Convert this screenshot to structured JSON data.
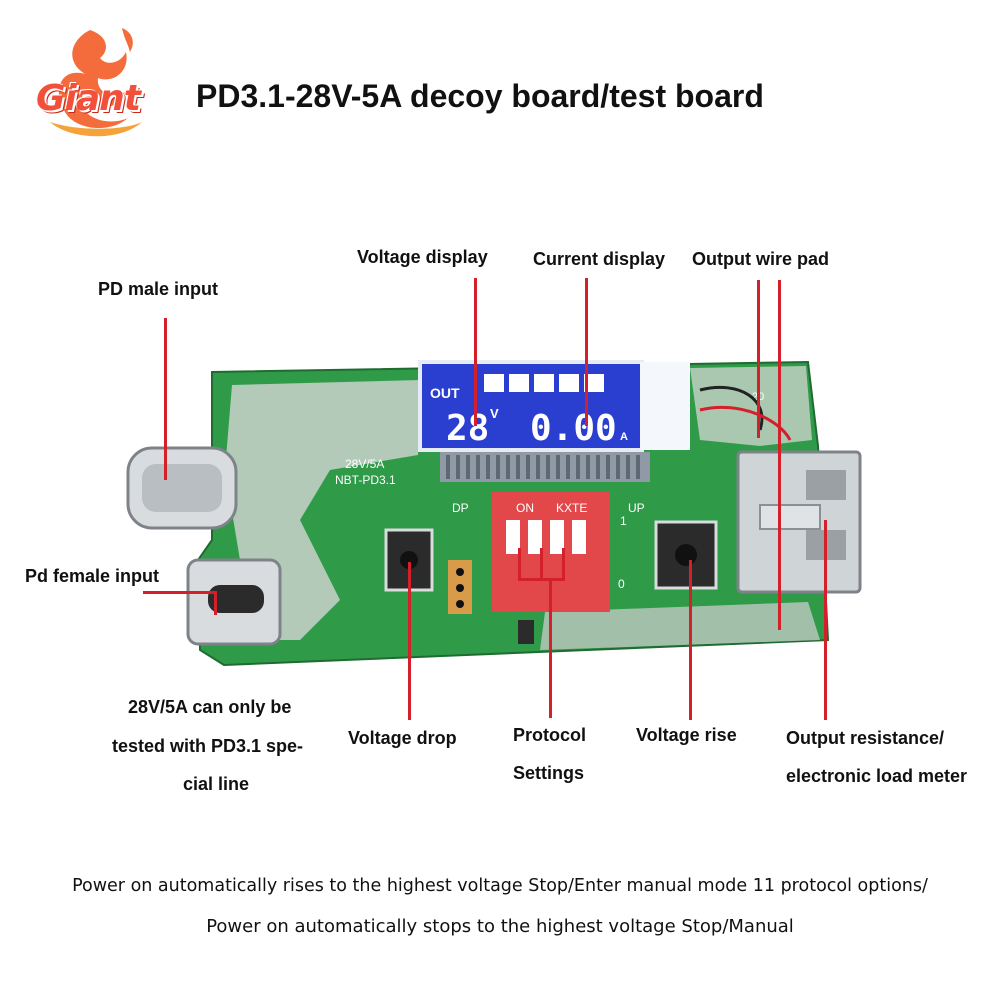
{
  "brand": {
    "logo_text": "Giant"
  },
  "title": "PD3.1-28V-5A decoy board/test board",
  "labels": {
    "voltage_display": "Voltage display",
    "current_display": "Current display",
    "output_wire_pad": "Output wire pad",
    "pd_male_input": "PD male input",
    "pd_female_input": "Pd female input",
    "note_line1": "28V/5A can only be",
    "note_line2": "tested with PD3.1 spe-",
    "note_line3": "cial line",
    "voltage_drop": "Voltage drop",
    "protocol_line1": "Protocol",
    "protocol_line2": "Settings",
    "voltage_rise": "Voltage rise",
    "output_resistance_line1": "Output resistance/",
    "output_resistance_line2": "electronic load meter"
  },
  "board": {
    "lcd_out": "OUT",
    "lcd_voltage": "28",
    "lcd_voltage_unit": "V",
    "lcd_current": "0.00",
    "lcd_current_unit": "A",
    "silk_model_line1": "28V/5A",
    "silk_model_line2": "NBT-PD3.1",
    "silk_dp": "DP",
    "silk_on": "ON",
    "silk_kxte": "KXTE",
    "silk_up": "UP",
    "silk_1": "1",
    "silk_0": "0",
    "silk_20": "20"
  },
  "captions": {
    "line1": "Power on automatically rises to the highest voltage Stop/Enter manual mode 11 protocol options/",
    "line2": "Power on automatically stops to the highest voltage Stop/Manual"
  },
  "colors": {
    "pcb_green": "#2f9a48",
    "pointer_red": "#d4202a",
    "lcd_blue": "#2a3fd0",
    "logo_red": "#f2503a"
  }
}
